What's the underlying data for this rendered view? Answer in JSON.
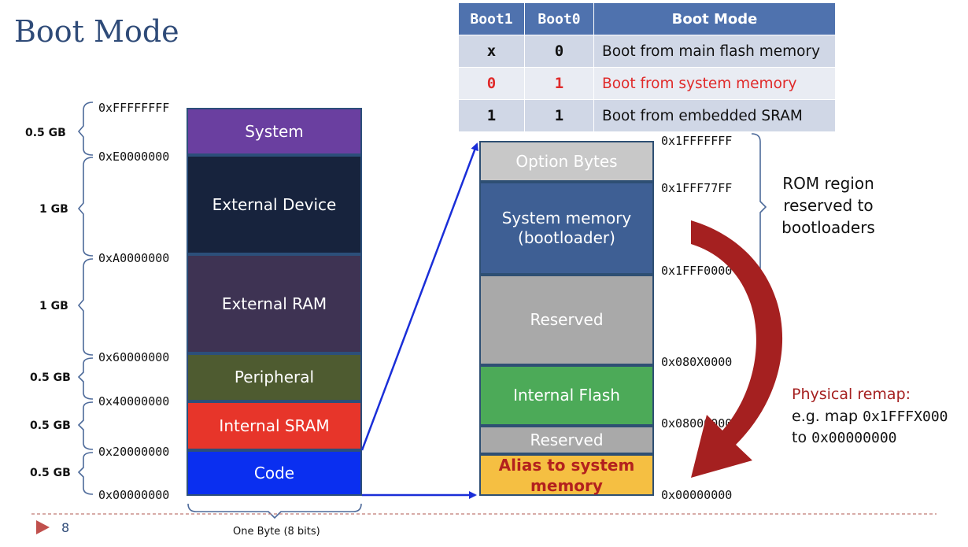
{
  "title": "Boot Mode",
  "boot_table": {
    "headers": [
      "Boot1",
      "Boot0",
      "Boot Mode"
    ],
    "rows": [
      {
        "boot1": "x",
        "boot0": "0",
        "mode": "Boot from main flash memory"
      },
      {
        "boot1": "0",
        "boot0": "1",
        "mode": "Boot from system memory"
      },
      {
        "boot1": "1",
        "boot0": "1",
        "mode": "Boot from embedded SRAM"
      }
    ],
    "highlight_color": "#e02a2a"
  },
  "memory_map": {
    "regions": [
      {
        "label": "System",
        "color": "#6a3fa0"
      },
      {
        "label": "External Device",
        "color": "#17233d"
      },
      {
        "label": "External RAM",
        "color": "#3e3353"
      },
      {
        "label": "Peripheral",
        "color": "#4e5b30"
      },
      {
        "label": "Internal SRAM",
        "color": "#e7352a"
      },
      {
        "label": "Code",
        "color": "#0a2ff0"
      }
    ],
    "addresses": [
      "0xFFFFFFFF",
      "0xE0000000",
      "0xA0000000",
      "0x60000000",
      "0x40000000",
      "0x20000000",
      "0x00000000"
    ],
    "sizes": [
      "0.5 GB",
      "1 GB",
      "1 GB",
      "0.5 GB",
      "0.5 GB",
      "0.5 GB"
    ],
    "width_label": "One Byte (8 bits)"
  },
  "code_region": {
    "blocks": [
      {
        "label": "Option Bytes",
        "color": "#c8c8c8"
      },
      {
        "label": "System memory (bootloader)",
        "color": "#3e5f94"
      },
      {
        "label": "Reserved",
        "color": "#a9a9a9"
      },
      {
        "label": "Internal Flash",
        "color": "#4caa58"
      },
      {
        "label": "Reserved",
        "color": "#a9a9a9"
      },
      {
        "label": "Alias to system memory",
        "color": "#f5bf42",
        "text_color": "#b3211e"
      }
    ],
    "addresses": [
      "0x1FFFFFFF",
      "0x1FFF77FF",
      "0x1FFF0000",
      "0x080X0000",
      "0x08000000",
      "0x00000000"
    ]
  },
  "rom_note": "ROM region reserved to bootloaders",
  "remap": {
    "title": "Physical remap:",
    "line1_prefix": "e.g. map ",
    "line1_code": "0x1FFFX000",
    "line2_prefix": "to ",
    "line2_code": "0x00000000",
    "color": "#a52020"
  },
  "page_number": "8"
}
